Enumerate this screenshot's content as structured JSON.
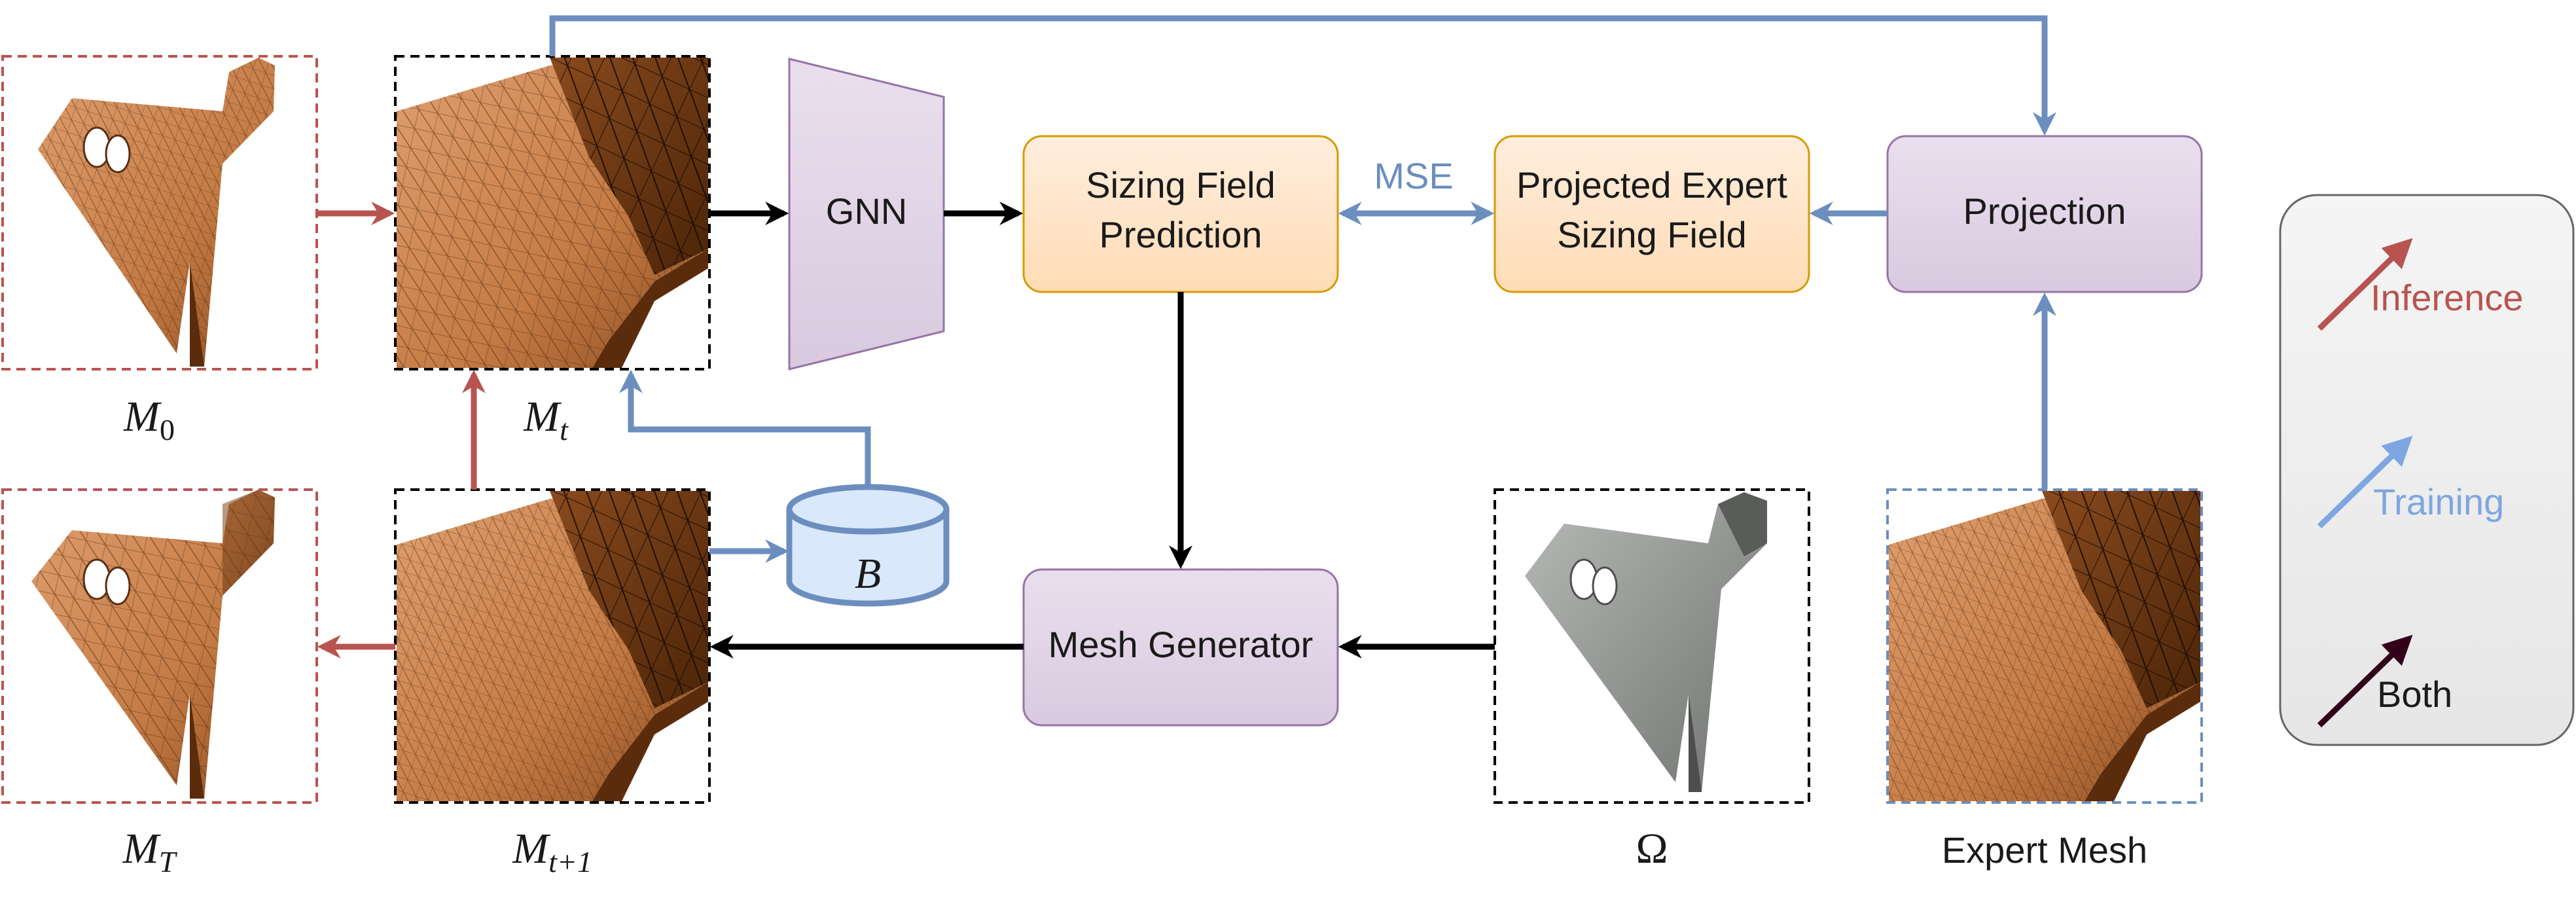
{
  "nodes": {
    "gnn": "GNN",
    "sizing_prediction": [
      "Sizing Field",
      "Prediction"
    ],
    "projected_expert": [
      "Projected Expert",
      "Sizing Field"
    ],
    "projection": "Projection",
    "mesh_generator": "Mesh Generator",
    "mse": "MSE",
    "buffer": "B"
  },
  "mesh_labels": {
    "m0_base": "M",
    "m0_sub": "0",
    "mt_base": "M",
    "mt_sub": "t",
    "mT_base": "M",
    "mT_sub": "T",
    "mt1_base": "M",
    "mt1_sub": "t+1",
    "omega": "Ω",
    "expert": "Expert Mesh"
  },
  "legend": {
    "inference": "Inference",
    "training": "Training",
    "both": "Both"
  },
  "colors": {
    "inference": "#b85450",
    "training": "#6c8ebf",
    "both": "#000000",
    "process_fill": "#e1d5e7",
    "process_stroke": "#9673a6",
    "loss_fill": "#ffe6cc",
    "loss_stroke": "#d79b00",
    "buffer_fill": "#dae8fc",
    "mesh_fill": "#d08a55",
    "mesh_dark": "#6e3a16",
    "geometry_fill": "#8f928f"
  }
}
